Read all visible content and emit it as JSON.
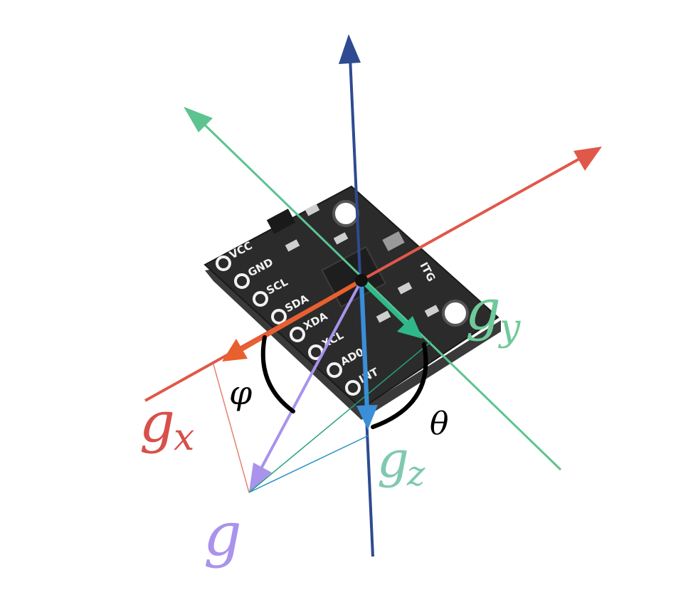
{
  "board": {
    "pins": [
      "VCC",
      "GND",
      "SCL",
      "SDA",
      "XDA",
      "XCL",
      "AD0",
      "INT"
    ],
    "chip_text": "ITG"
  },
  "labels": {
    "gx": {
      "main": "g",
      "sub": "x"
    },
    "gy": {
      "main": "g",
      "sub": "y"
    },
    "gz": {
      "main": "g",
      "sub": "z"
    },
    "g": "g",
    "phi": "φ",
    "theta": "θ"
  },
  "colors": {
    "x_axis": "#e0584a",
    "x_axis_arrow": "#e8602e",
    "y_axis": "#5cc391",
    "y_axis_arrow": "#2fb88a",
    "z_axis": "#2e4a91",
    "z_axis_arrow": "#3a8fd6",
    "g_vector": "#a993ec",
    "gz_line": "#2a93c8",
    "gy_line": "#25a07d",
    "gx_line": "#e8816e",
    "gx_label": "#d7504a",
    "gy_label": "#6fc99a",
    "gz_label": "#7fc9b1",
    "g_label": "#a993ec",
    "angle_arc": "#000000",
    "board": "#2b2b2b"
  }
}
